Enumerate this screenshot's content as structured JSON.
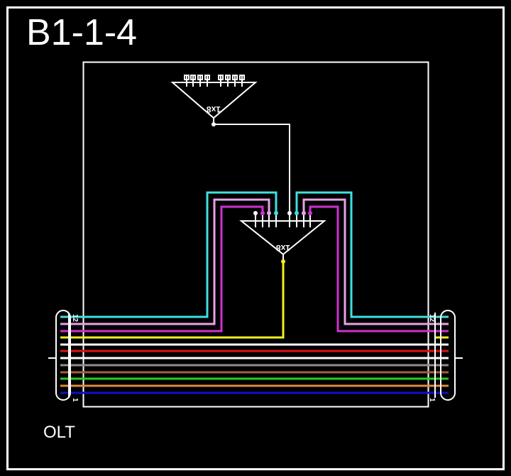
{
  "title": "B1-1-4",
  "olt_label": "OLT",
  "colors": {
    "background": "#000000",
    "frame": "#ffffff",
    "cyan": "#3fe0e0",
    "pink": "#e6a3e6",
    "magenta": "#d030d0",
    "yellow": "#f0f020",
    "white": "#ffffff",
    "red": "#e01010",
    "gray": "#909090",
    "brown": "#a0603a",
    "green": "#20d020",
    "orange": "#e08a40",
    "blue": "#1010c8"
  },
  "splitters": [
    {
      "id": "splitter-top",
      "label": "1x8",
      "ports": 8
    },
    {
      "id": "splitter-bottom",
      "label": "1x8",
      "ports": 8
    }
  ],
  "connectors": [
    {
      "id": "connector-left",
      "top_label": "12",
      "bottom_label": "1"
    },
    {
      "id": "connector-right",
      "top_label": "12",
      "bottom_label": "1"
    }
  ],
  "fibers": [
    {
      "index": 12,
      "color": "cyan"
    },
    {
      "index": 11,
      "color": "pink"
    },
    {
      "index": 10,
      "color": "magenta"
    },
    {
      "index": 9,
      "color": "yellow"
    },
    {
      "index": 8,
      "color": "white"
    },
    {
      "index": 7,
      "color": "red"
    },
    {
      "index": 6,
      "color": "white"
    },
    {
      "index": 5,
      "color": "gray"
    },
    {
      "index": 4,
      "color": "brown"
    },
    {
      "index": 3,
      "color": "green"
    },
    {
      "index": 2,
      "color": "orange"
    },
    {
      "index": 1,
      "color": "blue"
    }
  ]
}
